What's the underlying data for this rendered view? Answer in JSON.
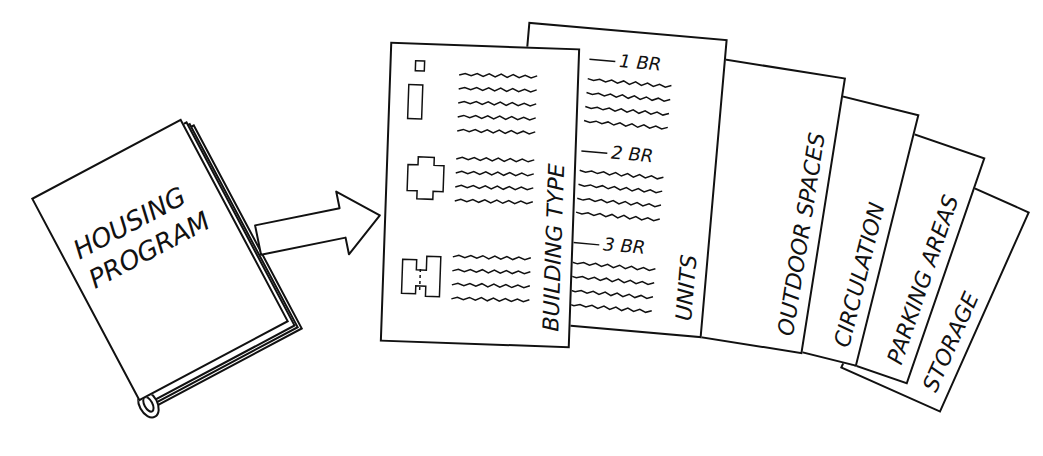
{
  "diagram": {
    "nodes": [
      {
        "text": [
          "HOUSING PROGRAM"
        ]
      },
      {
        "text": [
          "BUILDING TYPE"
        ]
      },
      {
        "text": [
          "UNITS",
          "1 BR",
          "2 BR",
          "3 BR"
        ]
      },
      {
        "text": [
          "OUTDOOR SPACES"
        ]
      },
      {
        "text": [
          "CIRCULATION"
        ]
      },
      {
        "text": [
          "PARKING AREAS"
        ]
      },
      {
        "text": [
          "STORAGE"
        ]
      }
    ],
    "edges": [
      {
        "from": 0,
        "to": 1,
        "arrow": "to"
      }
    ]
  }
}
